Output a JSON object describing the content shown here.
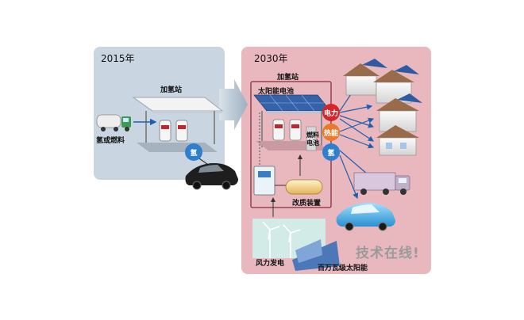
{
  "panel_2015": {
    "year": "2015年",
    "station_label": "加氢站",
    "truck_label": "氢或燃料",
    "hydrogen_badge": "氢"
  },
  "panel_2030": {
    "year": "2030年",
    "station_label": "加氢站",
    "solar_label": "太阳能电池",
    "fuel_cell_label": "燃料\n电池",
    "reformer_label": "改质装置",
    "power_badge": "电力",
    "heat_badge": "热能",
    "hydrogen_badge": "氢",
    "wind_label": "风力发电",
    "mega_solar_label": "百万瓦级太阳能"
  },
  "watermark": "技术在线!",
  "colors": {
    "panel_2015_bg": "#c9d6e2",
    "panel_2030_bg": "#e8b8be",
    "power_badge": "#d6262c",
    "heat_badge": "#e87a2a",
    "hydrogen_badge": "#2f7fcf"
  }
}
